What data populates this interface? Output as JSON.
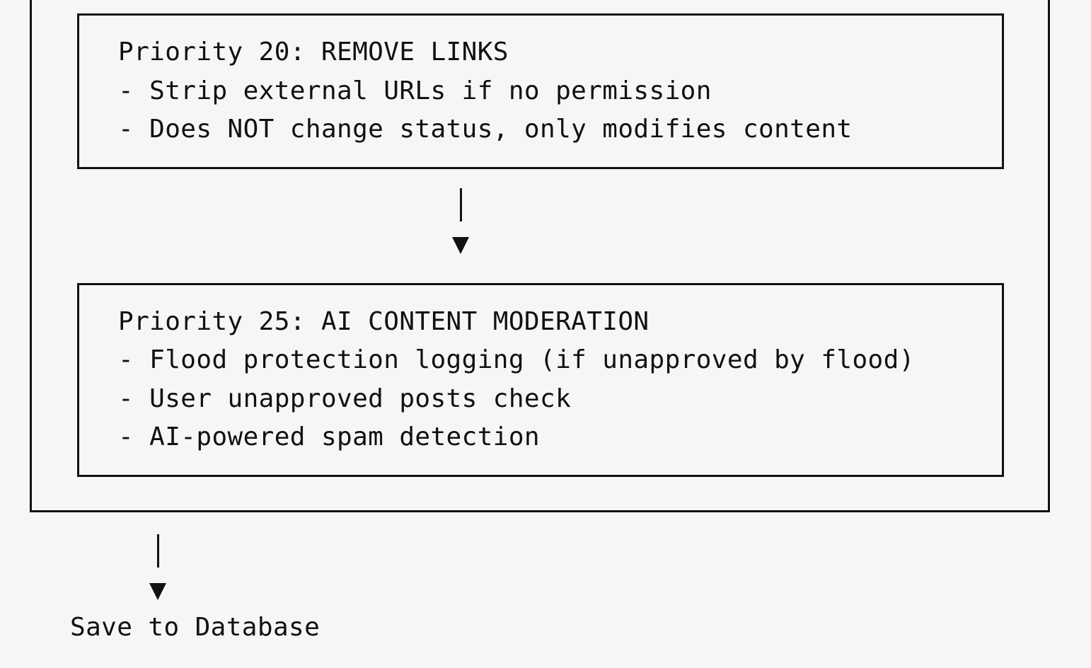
{
  "stages": [
    {
      "title": "Priority 20: REMOVE LINKS",
      "items": [
        "- Strip external URLs if no permission",
        "- Does NOT change status, only modifies content"
      ]
    },
    {
      "title": "Priority 25: AI CONTENT MODERATION",
      "items": [
        "- Flood protection logging (if unapproved by flood)",
        "- User unapproved posts check",
        "- AI-powered spam detection"
      ]
    }
  ],
  "final_step": {
    "label": "Save to Database"
  }
}
